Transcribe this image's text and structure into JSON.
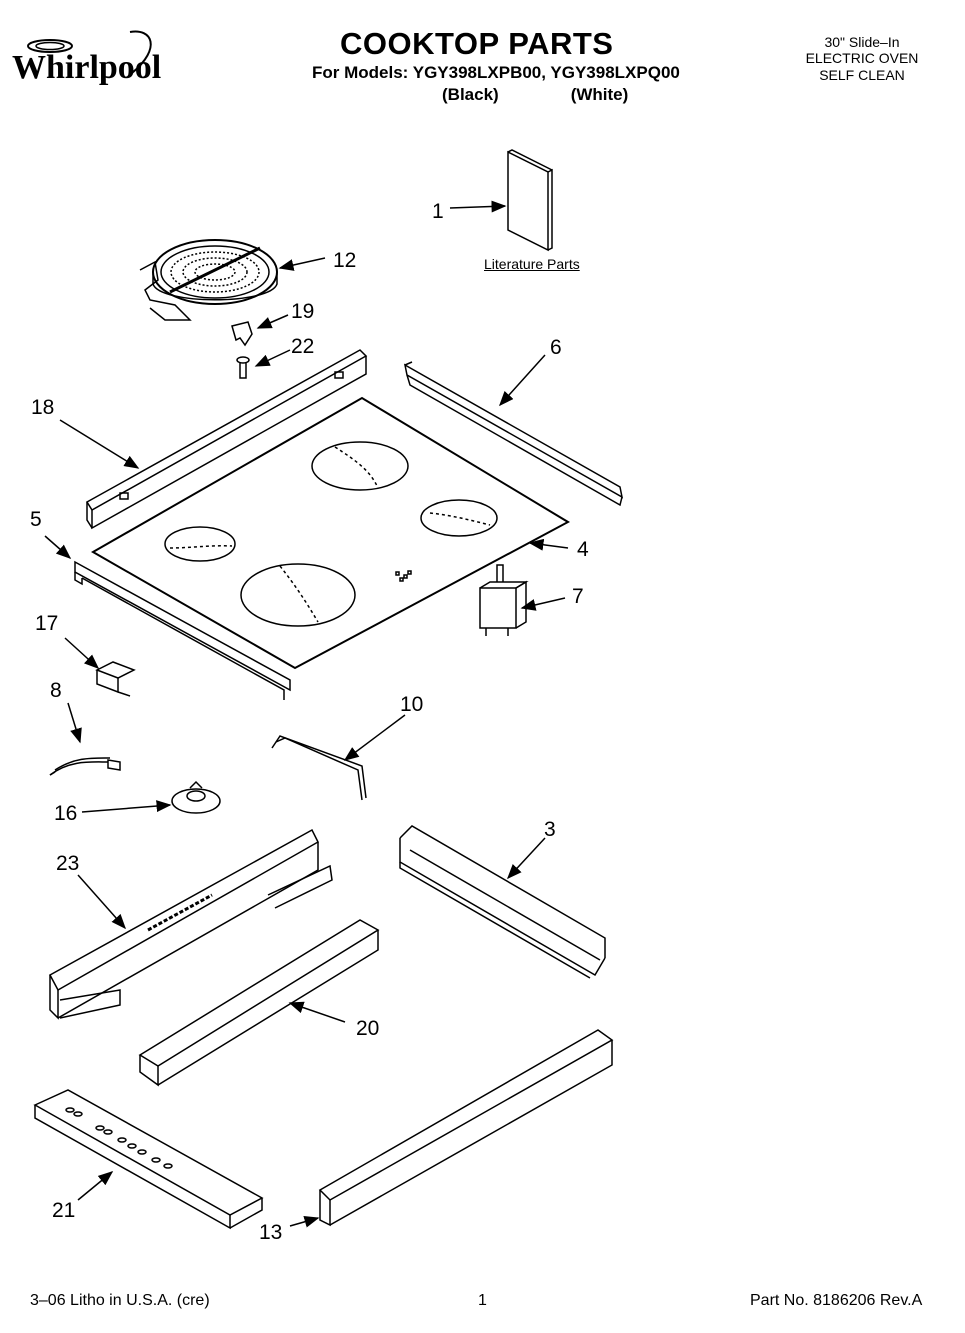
{
  "brand": "Whirlpool",
  "title": "COOKTOP PARTS",
  "models_line": "For Models: YGY398LXPB00, YGY398LXPQ00",
  "variant_black": "(Black)",
  "variant_white": "(White)",
  "oven_info": [
    "30\" Slide–In",
    "ELECTRIC OVEN",
    "SELF CLEAN"
  ],
  "literature_label": "Literature Parts",
  "part_numbers": {
    "p1": "1",
    "p12": "12",
    "p19": "19",
    "p22": "22",
    "p6": "6",
    "p18": "18",
    "p5": "5",
    "p4": "4",
    "p7": "7",
    "p17": "17",
    "p8": "8",
    "p10": "10",
    "p16": "16",
    "p3": "3",
    "p23": "23",
    "p20": "20",
    "p21": "21",
    "p13": "13"
  },
  "footer": {
    "left": "3–06 Litho in U.S.A. (cre)",
    "center": "1",
    "right": "Part No. 8186206 Rev.A"
  }
}
